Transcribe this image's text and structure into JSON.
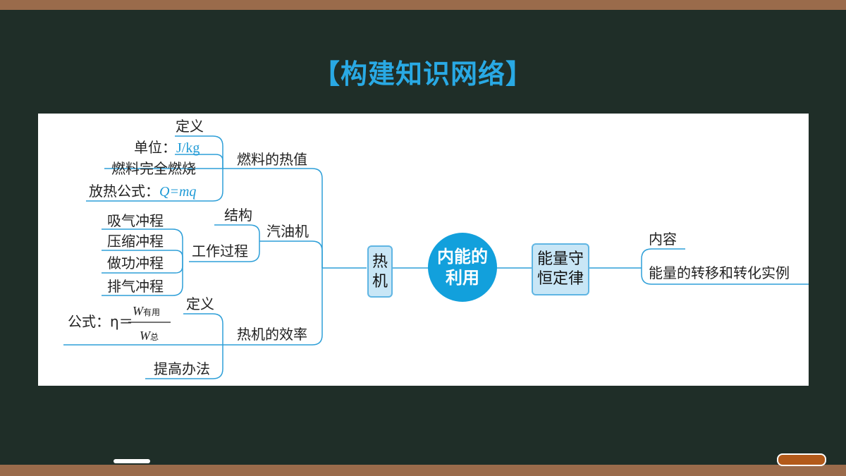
{
  "title": "构建知识网络",
  "title_brackets": {
    "left": "【",
    "right": "】"
  },
  "center": {
    "line1": "内能的",
    "line2": "利用"
  },
  "left_branch": {
    "label_line1": "热",
    "label_line2": "机",
    "fuel_value": {
      "label": "燃料的热值",
      "items": {
        "definition": "定义",
        "unit_label": "单位：",
        "unit_value": "J/kg",
        "complete_combustion": "燃料完全燃烧",
        "heat_formula_label": "放热公式：",
        "heat_formula_value": "Q=mq"
      }
    },
    "gasoline_engine": {
      "label": "汽油机",
      "structure": "结构",
      "working_process": "工作过程",
      "strokes": [
        "吸气冲程",
        "压缩冲程",
        "做功冲程",
        "排气冲程"
      ]
    },
    "efficiency": {
      "label": "热机的效率",
      "definition": "定义",
      "formula_label": "公式：η＝",
      "numerator_w": "W",
      "numerator_sub": "有用",
      "denominator_w": "W",
      "denominator_sub": "总",
      "improve": "提高办法"
    }
  },
  "right_branch": {
    "label_line1": "能量守",
    "label_line2": "恒定律",
    "items": [
      "内容",
      "能量的转移和转化实例"
    ]
  },
  "colors": {
    "accent": "#29a9e4",
    "line": "#2e9fd8",
    "box_fill": "#c8e6f6",
    "board": "#1f2e28",
    "frame": "#9a6b4b"
  }
}
